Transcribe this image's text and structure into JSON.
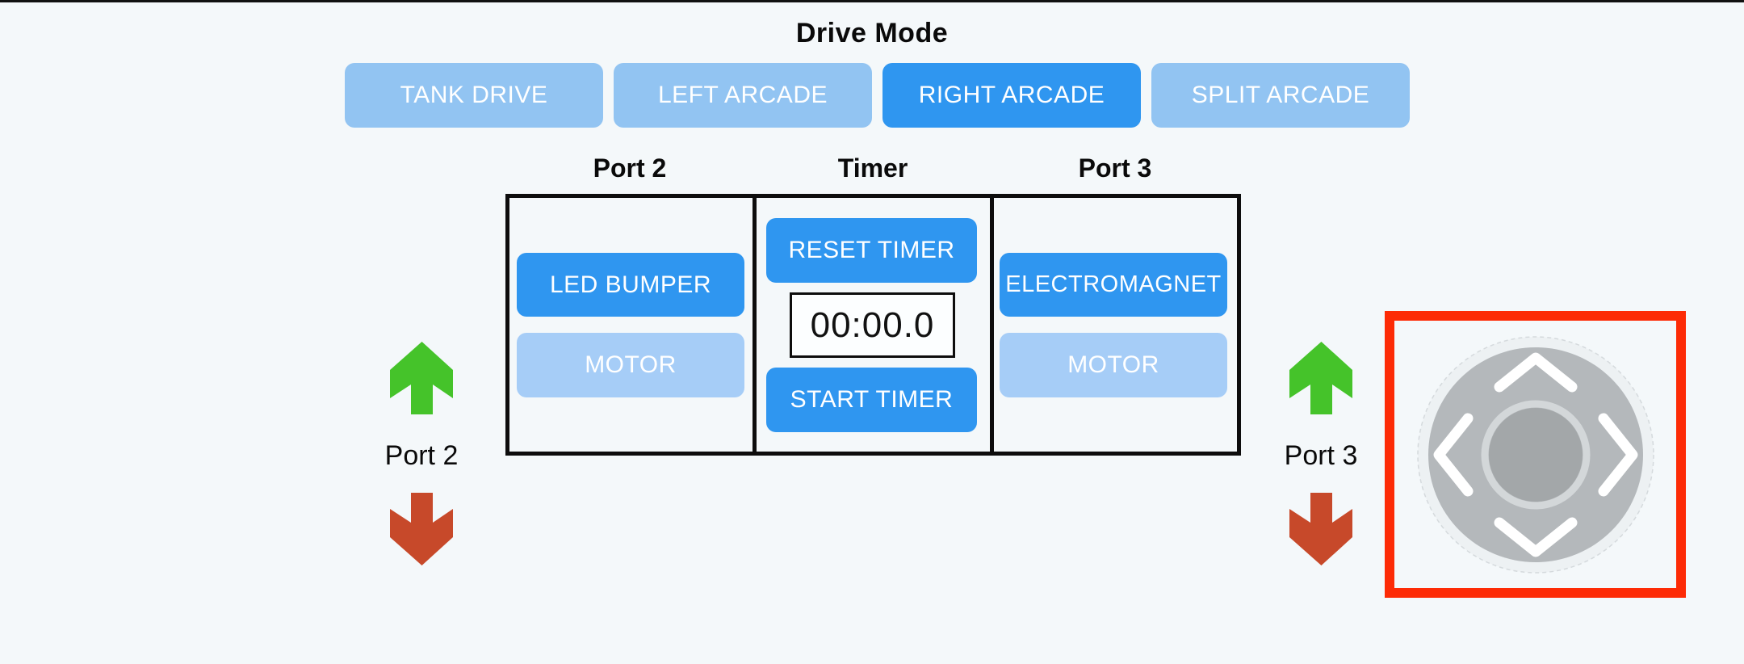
{
  "title": "Drive Mode",
  "drive_mode": {
    "buttons": [
      {
        "label": "TANK DRIVE",
        "selected": false
      },
      {
        "label": "LEFT ARCADE",
        "selected": false
      },
      {
        "label": "RIGHT ARCADE",
        "selected": true
      },
      {
        "label": "SPLIT ARCADE",
        "selected": false
      }
    ]
  },
  "control_table": {
    "port2": {
      "header": "Port 2",
      "led_bumper_label": "LED BUMPER",
      "motor_label": "MOTOR"
    },
    "timer": {
      "header": "Timer",
      "reset_label": "RESET TIMER",
      "display_value": "00:00.0",
      "start_label": "START TIMER"
    },
    "port3": {
      "header": "Port 3",
      "electromagnet_label": "ELECTROMAGNET",
      "motor_label": "MOTOR"
    }
  },
  "port_indicators": {
    "left": {
      "label": "Port 2",
      "up_icon": "green-up-arrow",
      "down_icon": "red-down-arrow"
    },
    "right": {
      "label": "Port 3",
      "up_icon": "green-up-arrow",
      "down_icon": "red-down-arrow"
    }
  },
  "joystick": {
    "chevron_icons": [
      "chevron-up",
      "chevron-left",
      "chevron-right",
      "chevron-down"
    ]
  },
  "colors": {
    "background": "#f4f8fa",
    "accent_blue": "#2f96f0",
    "unselected_blue": "#92c4f2",
    "motor_light_blue": "#a6cdf7",
    "button_text": "#ffffff",
    "border_black": "#0d0d0d",
    "arrow_green": "#45c32a",
    "arrow_red": "#c7492a",
    "joystick_frame_red": "#fd2b06",
    "joystick_pad_gray": "#b4b8bb",
    "joystick_knob_gray": "#a3a7a9"
  }
}
